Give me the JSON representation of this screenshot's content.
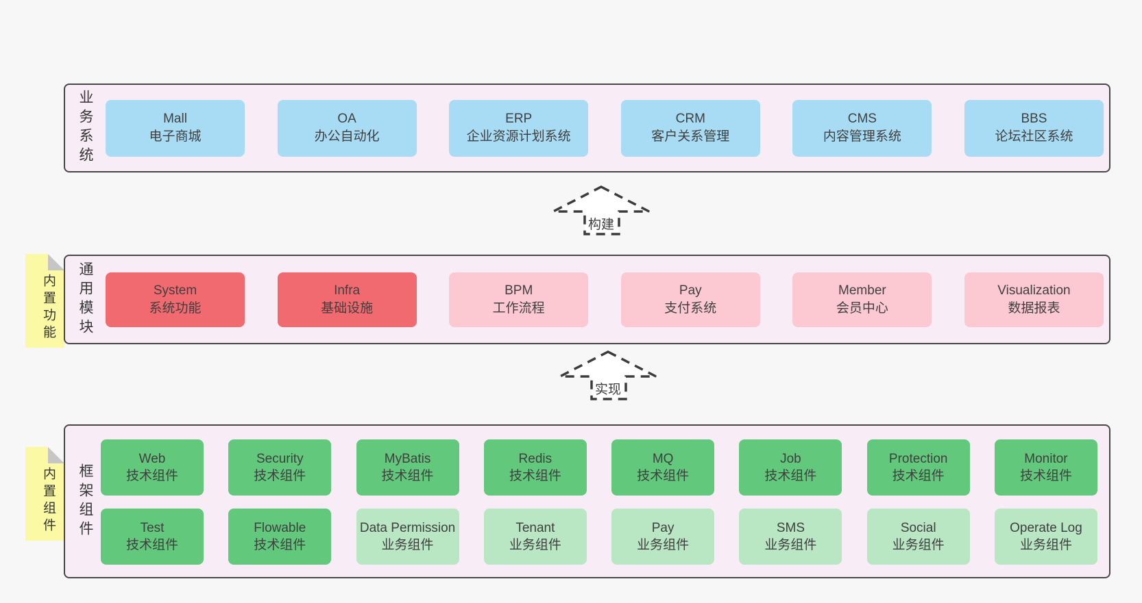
{
  "arrows": {
    "build": "构建",
    "implement": "实现"
  },
  "layers": {
    "business": {
      "label": "业务系统",
      "boxes": [
        {
          "name": "Mall",
          "desc": "电子商城"
        },
        {
          "name": "OA",
          "desc": "办公自动化"
        },
        {
          "name": "ERP",
          "desc": "企业资源计划系统"
        },
        {
          "name": "CRM",
          "desc": "客户关系管理"
        },
        {
          "name": "CMS",
          "desc": "内容管理系统"
        },
        {
          "name": "BBS",
          "desc": "论坛社区系统"
        }
      ]
    },
    "modules": {
      "label": "通用模块",
      "sticky": "内置功能",
      "boxes": [
        {
          "name": "System",
          "desc": "系统功能"
        },
        {
          "name": "Infra",
          "desc": "基础设施"
        },
        {
          "name": "BPM",
          "desc": "工作流程"
        },
        {
          "name": "Pay",
          "desc": "支付系统"
        },
        {
          "name": "Member",
          "desc": "会员中心"
        },
        {
          "name": "Visualization",
          "desc": "数据报表"
        }
      ]
    },
    "components": {
      "label": "框架组件",
      "sticky": "内置组件",
      "row1": [
        {
          "name": "Web",
          "desc": "技术组件"
        },
        {
          "name": "Security",
          "desc": "技术组件"
        },
        {
          "name": "MyBatis",
          "desc": "技术组件"
        },
        {
          "name": "Redis",
          "desc": "技术组件"
        },
        {
          "name": "MQ",
          "desc": "技术组件"
        },
        {
          "name": "Job",
          "desc": "技术组件"
        },
        {
          "name": "Protection",
          "desc": "技术组件"
        },
        {
          "name": "Monitor",
          "desc": "技术组件"
        }
      ],
      "row2": [
        {
          "name": "Test",
          "desc": "技术组件"
        },
        {
          "name": "Flowable",
          "desc": "技术组件"
        },
        {
          "name": "Data Permission",
          "desc": "业务组件"
        },
        {
          "name": "Tenant",
          "desc": "业务组件"
        },
        {
          "name": "Pay",
          "desc": "业务组件"
        },
        {
          "name": "SMS",
          "desc": "业务组件"
        },
        {
          "name": "Social",
          "desc": "业务组件"
        },
        {
          "name": "Operate Log",
          "desc": "业务组件"
        }
      ]
    }
  },
  "colors": {
    "canvas_bg": "#f7f7f7",
    "container_bg": "#f8edf6",
    "container_border": "#474747",
    "business_box": "#a8dcf5",
    "core_module_box": "#f16a70",
    "module_box": "#fcc9d3",
    "tech_component_box": "#62c97c",
    "biz_component_box": "#b9e6c3",
    "sticky_note": "#fbf9a3",
    "sticky_fold": "#c6c6c6",
    "text": "#3f3f3f"
  }
}
